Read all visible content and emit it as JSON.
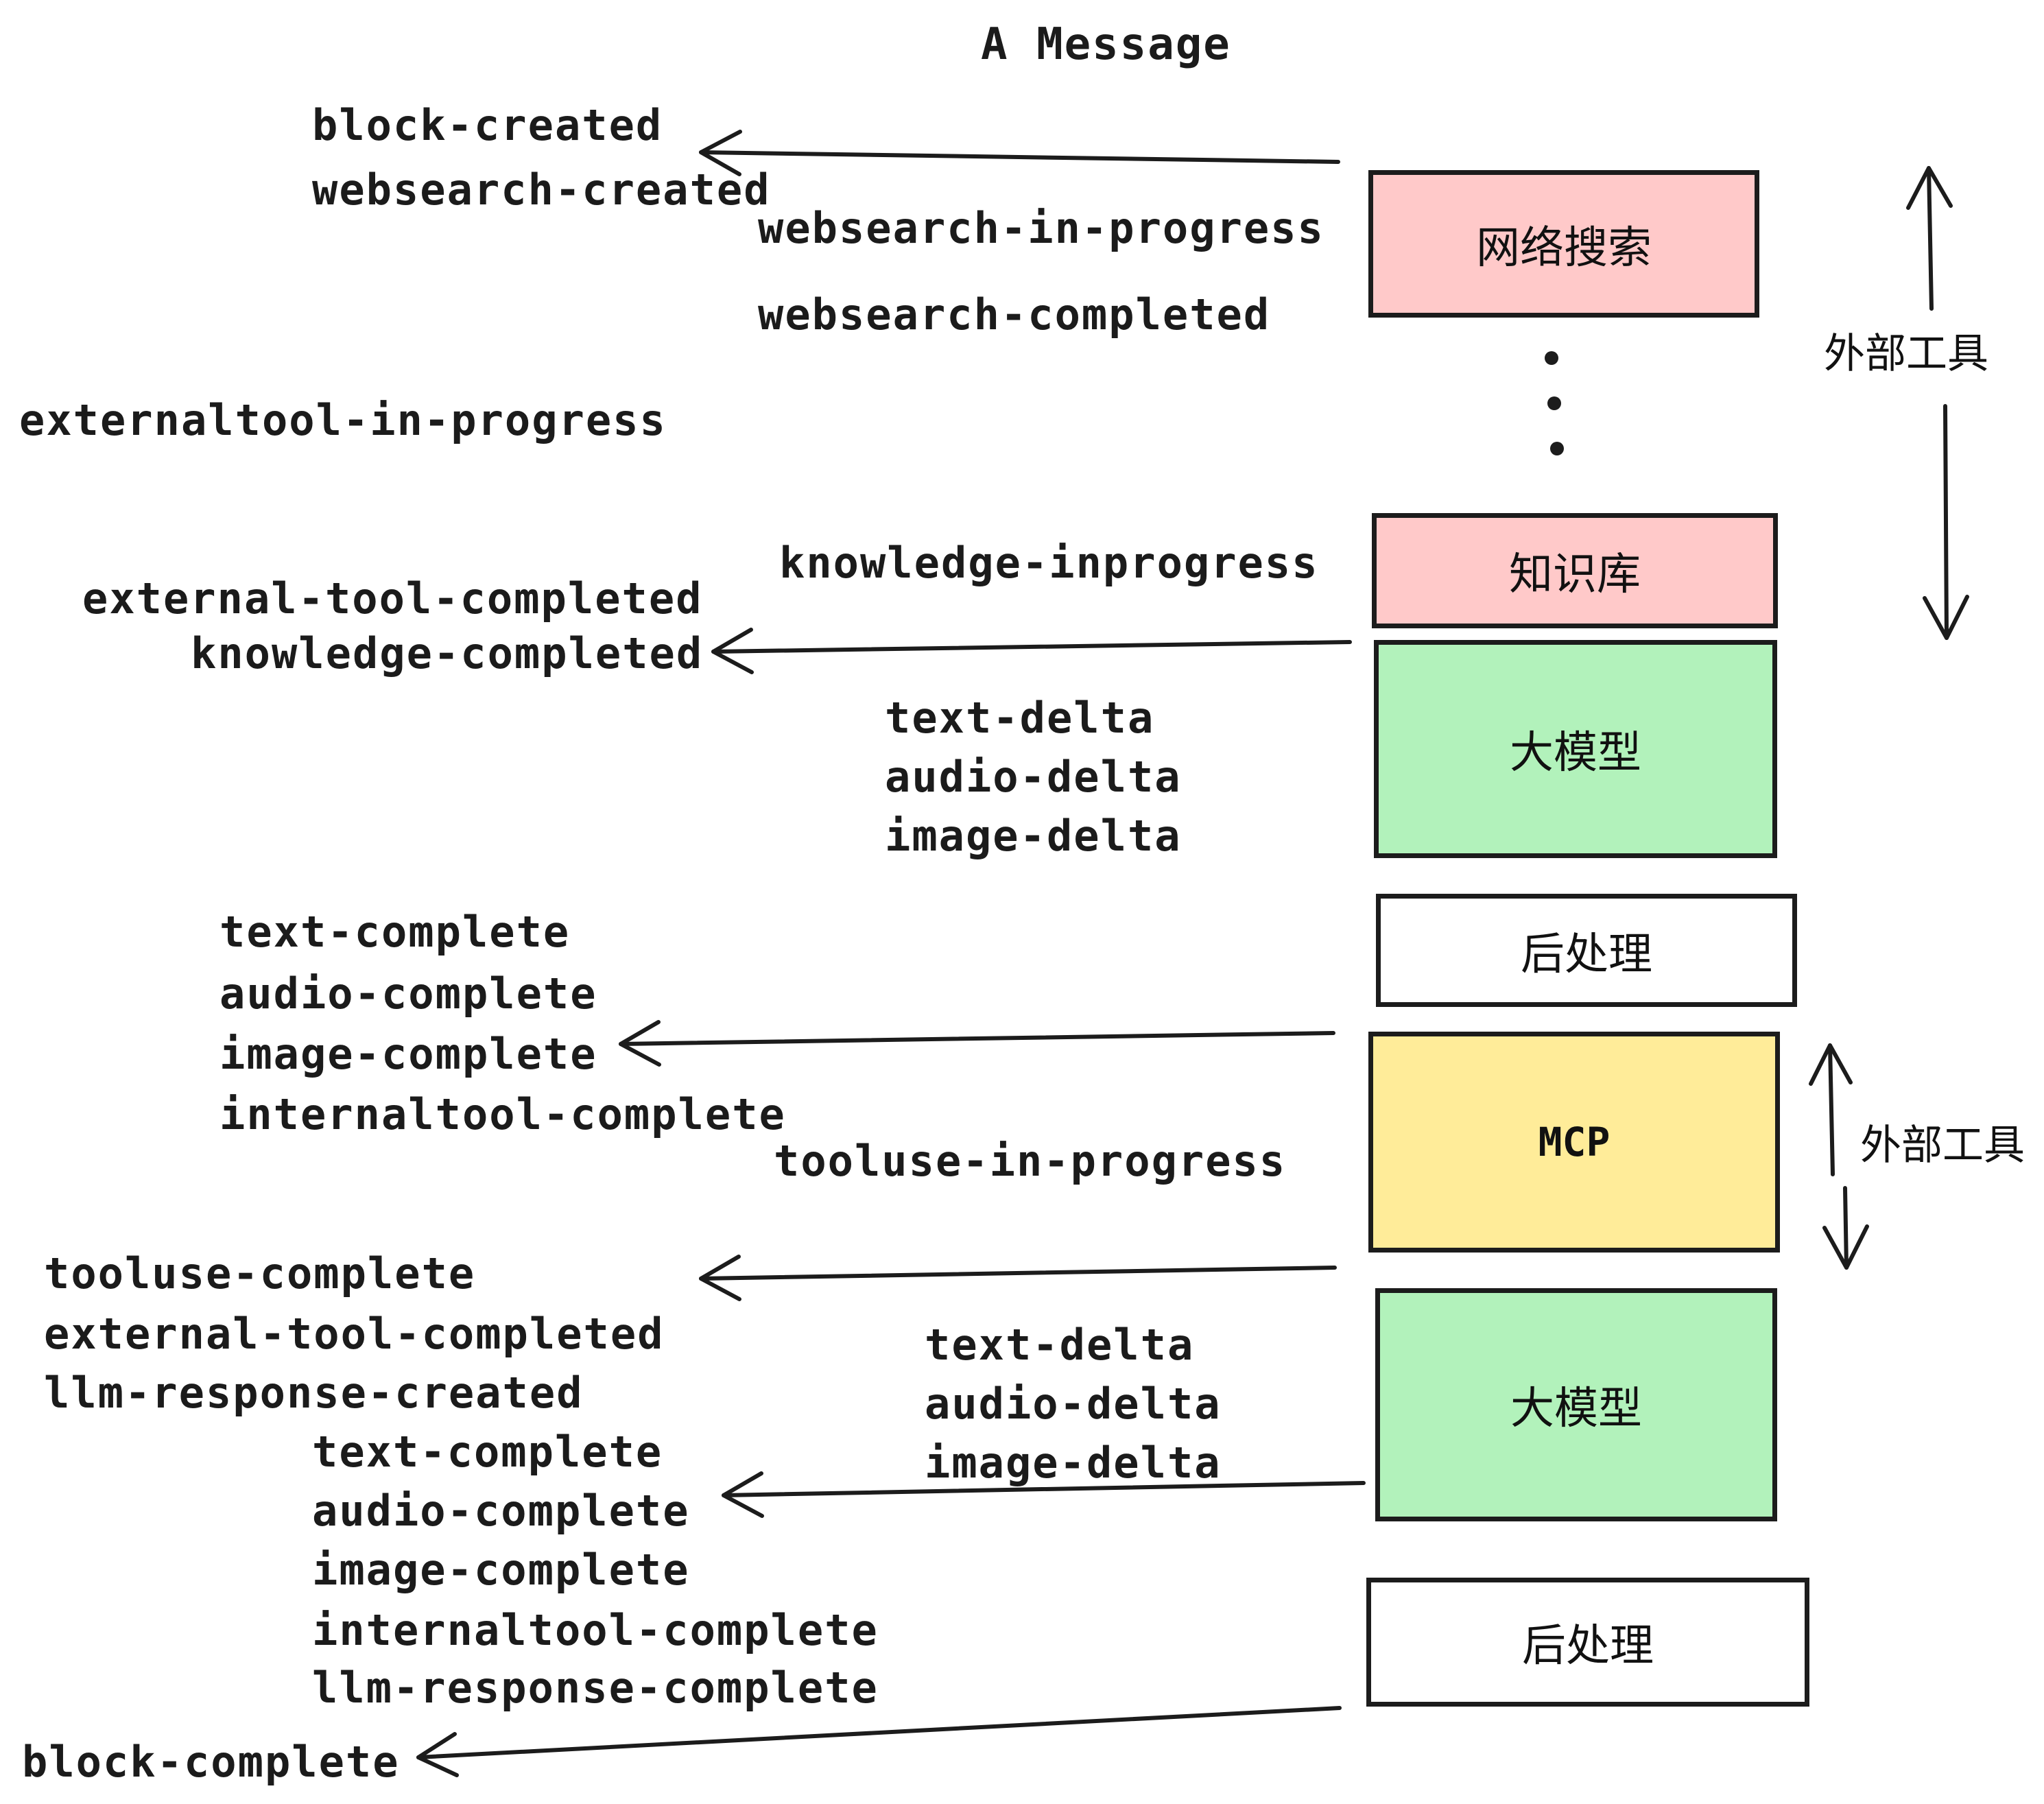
{
  "title": "A Message",
  "boxes": {
    "websearch": "网络搜索",
    "knowledge": "知识库",
    "llm1": "大模型",
    "post1": "后处理",
    "mcp": "MCP",
    "llm2": "大模型",
    "post2": "后处理"
  },
  "side_labels": {
    "external_tools_top": "外部工具",
    "external_tools_mid": "外部工具"
  },
  "events": {
    "block_created": "block-created",
    "websearch_created": "websearch-created",
    "websearch_in_progress": "websearch-in-progress",
    "websearch_completed": "websearch-completed",
    "externaltool_in_progress": "externaltool-in-progress",
    "knowledge_inprogress": "knowledge-inprogress",
    "external_tool_completed": "external-tool-completed",
    "knowledge_completed": "knowledge-completed",
    "text_delta_1": "text-delta",
    "audio_delta_1": "audio-delta",
    "image_delta_1": "image-delta",
    "text_complete_1": "text-complete",
    "audio_complete_1": "audio-complete",
    "image_complete_1": "image-complete",
    "internaltool_complete_1": "internaltool-complete",
    "tooluse_in_progress": "tooluse-in-progress",
    "tooluse_complete": "tooluse-complete",
    "external_tool_completed_2": "external-tool-completed",
    "llm_response_created": "llm-response-created",
    "text_delta_2": "text-delta",
    "audio_delta_2": "audio-delta",
    "image_delta_2": "image-delta",
    "text_complete_2": "text-complete",
    "audio_complete_2": "audio-complete",
    "image_complete_2": "image-complete",
    "internaltool_complete_2": "internaltool-complete",
    "llm_response_complete": "llm-response-complete",
    "block_complete": "block-complete"
  },
  "colors": {
    "pink": "#ffc9c9",
    "green": "#b2f2bb",
    "yellow": "#ffec99",
    "white": "#ffffff",
    "ink": "#1c1c1c"
  }
}
